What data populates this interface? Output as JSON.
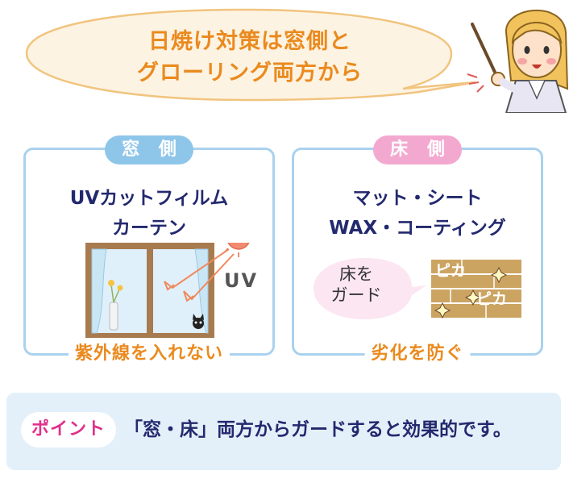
{
  "header": {
    "line1": "日焼け対策は窓側と",
    "line2": "グローリング両方から"
  },
  "panels": {
    "window": {
      "tag": "窓 側",
      "title_line1": "UVカットフィルム",
      "title_line2": "カーテン",
      "uv_label": "UV",
      "footer": "紫外線を入れない"
    },
    "floor": {
      "tag": "床 側",
      "title_line1": "マット・シート",
      "title_line2": "WAX・コーティング",
      "bubble_line1": "床を",
      "bubble_line2": "ガード",
      "shine1": "ピカ",
      "shine2": "ピカ",
      "footer": "劣化を防ぐ"
    }
  },
  "point": {
    "badge": "ポイント",
    "text": "「窓・床」両方からガードすると効果的です。"
  },
  "colors": {
    "orange": "#ea8a1e",
    "navy": "#23296e",
    "blue_border": "#a9d2ee",
    "blue_tag": "#8ec6ea",
    "pink_tag": "#f3a9cf",
    "pink_text": "#e0308a",
    "point_bg": "#e3f0fa",
    "wood": "#cca462"
  }
}
